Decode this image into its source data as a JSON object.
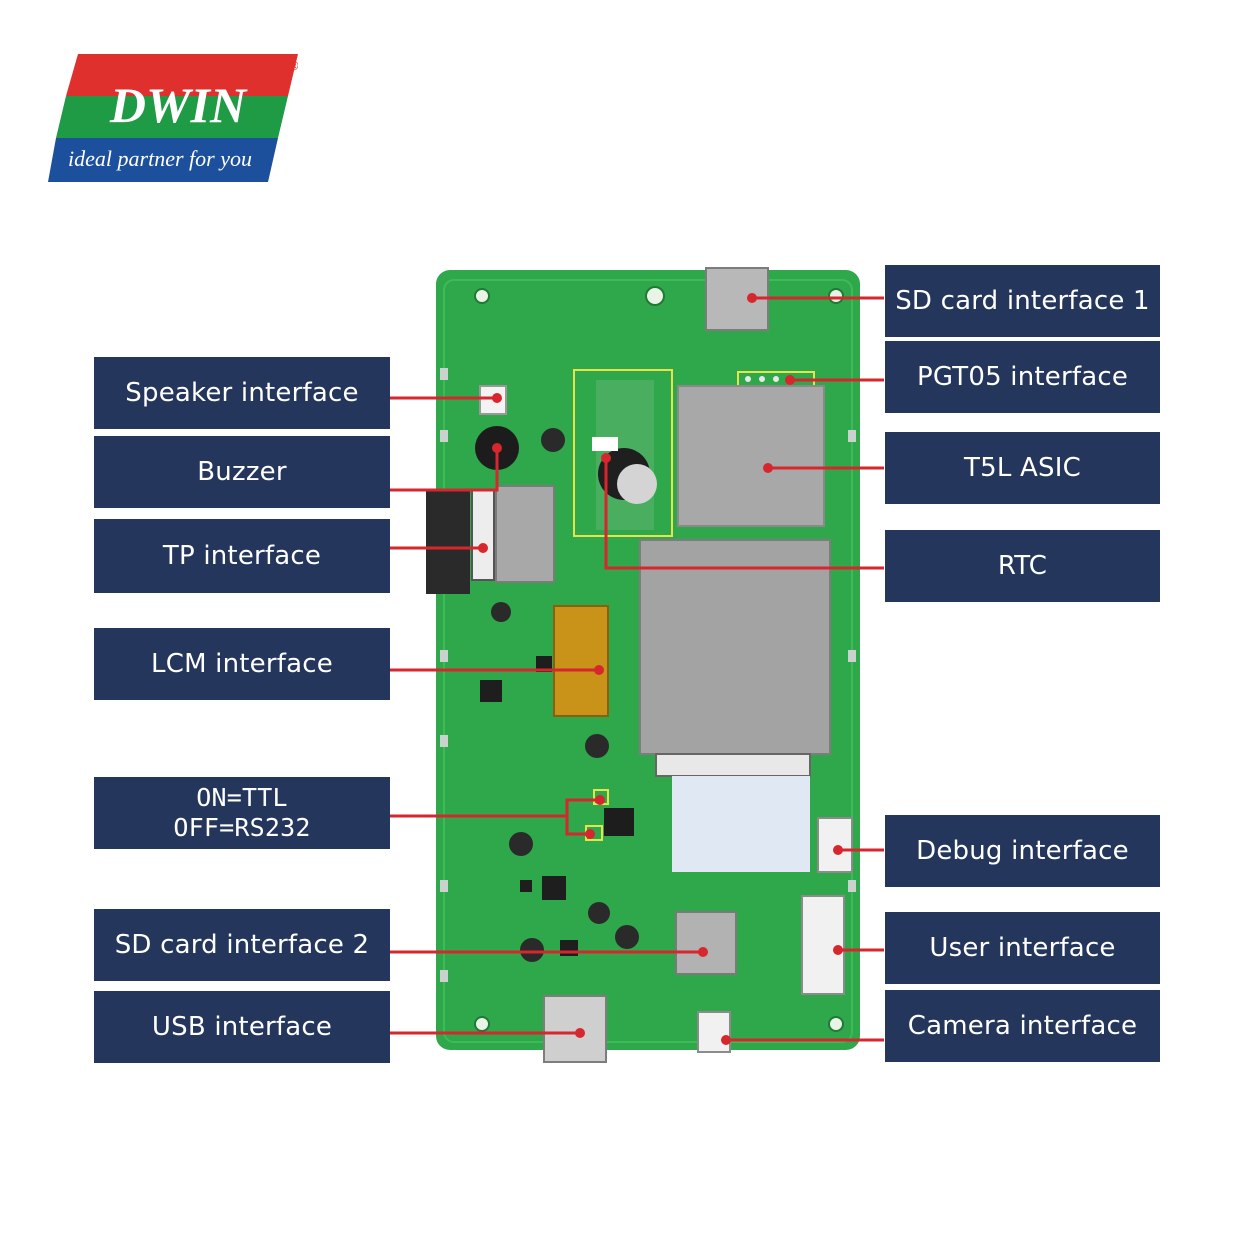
{
  "logo": {
    "brand": "DWIN",
    "tagline": "ideal partner for you",
    "registered_mark": "®"
  },
  "labels": {
    "left": [
      {
        "id": "speaker",
        "text": "Speaker interface"
      },
      {
        "id": "buzzer",
        "text": "Buzzer"
      },
      {
        "id": "tp",
        "text": "TP interface"
      },
      {
        "id": "lcm",
        "text": "LCM interface"
      },
      {
        "id": "ttl_rs232",
        "text": "ON=TTL\nOFF=RS232"
      },
      {
        "id": "sd2",
        "text": "SD card interface 2"
      },
      {
        "id": "usb",
        "text": "USB interface"
      }
    ],
    "right": [
      {
        "id": "sd1",
        "text": "SD card interface 1"
      },
      {
        "id": "pgt05",
        "text": "PGT05 interface"
      },
      {
        "id": "t5l",
        "text": "T5L ASIC"
      },
      {
        "id": "rtc",
        "text": "RTC"
      },
      {
        "id": "debug",
        "text": "Debug interface"
      },
      {
        "id": "user",
        "text": "User interface"
      },
      {
        "id": "camera",
        "text": "Camera interface"
      }
    ]
  },
  "colors": {
    "label_bg": "#24365c",
    "label_text": "#ffffff",
    "leader_line": "#d7262e",
    "pcb_green": "#2ea84a",
    "shield_grey": "#a8a8a8"
  }
}
